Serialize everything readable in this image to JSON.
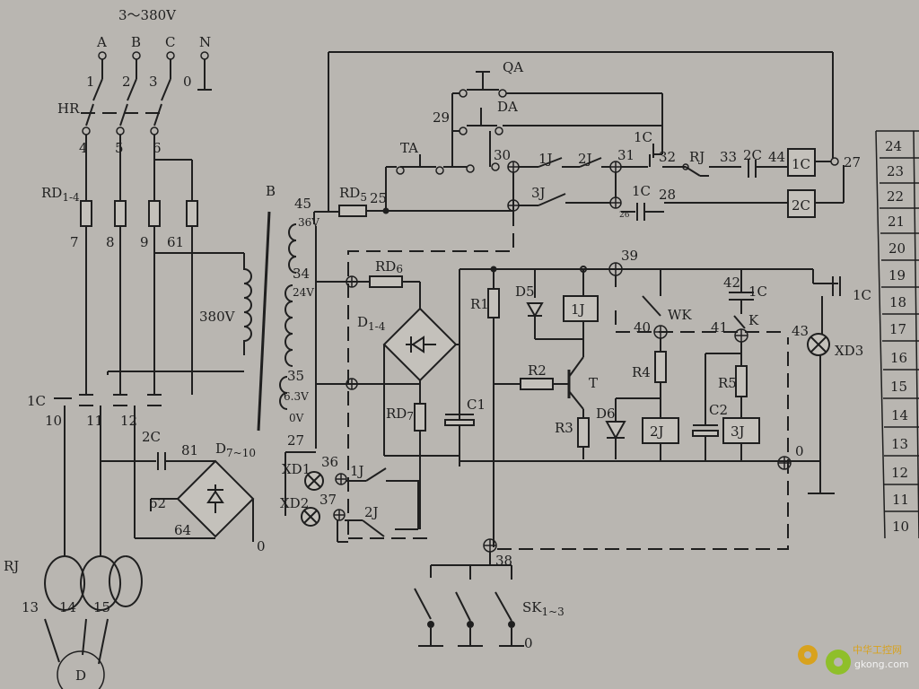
{
  "diagram": {
    "supply": "3～380V",
    "phases": [
      "A",
      "B",
      "C",
      "N"
    ],
    "phase_numbers": [
      "1",
      "2",
      "3",
      "0"
    ],
    "switch_hr": "HR",
    "wires_top": [
      "4",
      "5",
      "6"
    ],
    "fuse_label": "RD1-4",
    "fuse_numbers": [
      "7",
      "8",
      "9",
      "61"
    ],
    "coil_380": "380V",
    "contactor_1c": "1C",
    "wires_1c": [
      "10",
      "11",
      "12"
    ],
    "contactor_2c": "2C",
    "wire_81": "81",
    "diodes_d7": "D7~10",
    "wire_62": "62",
    "wire_64": "64",
    "zero": "0",
    "rj": "RJ",
    "motor_wires": [
      "13",
      "14",
      "15"
    ],
    "motor": "D",
    "transformer": "B",
    "taps": [
      "45",
      "34",
      "35",
      "27"
    ],
    "tap_voltages": [
      "36V",
      "24V",
      "6.3V",
      "0V"
    ],
    "rd5": "RD5",
    "wire_25": "25",
    "rd6": "RD6",
    "bridge": "D1-4",
    "rd7": "RD7",
    "c1": "C1",
    "r1": "R1",
    "d5": "D5",
    "relay_1j": "1J",
    "r2": "R2",
    "transistor": "T",
    "r3": "R3",
    "d6": "D6",
    "relay_2j": "2J",
    "wire_39": "39",
    "wk": "WK",
    "wire_40": "40",
    "r4": "R4",
    "wire_41": "41",
    "k": "K",
    "wire_42": "42",
    "r5": "R5",
    "c2": "C2",
    "relay_3j": "3J",
    "lamp_xd3": "XD3",
    "wire_43": "43",
    "lamp_xd1": "XD1",
    "lamp_xd2": "XD2",
    "wire_36": "36",
    "wire_37": "37",
    "sk": "SK1~3",
    "wire_38": "38",
    "qa": "QA",
    "da": "DA",
    "ta": "TA",
    "wire_29": "29",
    "wire_30": "30",
    "wire_31": "31",
    "wire_32": "32",
    "rj_contact": "RJ",
    "wire_33": "33",
    "wire_44": "44",
    "coil_1c": "1C",
    "coil_2c": "2C",
    "wire_27": "27",
    "wire_28": "28",
    "wire_26": "26",
    "relay_3j_contact": "3J",
    "table_rows": [
      "24",
      "23",
      "22",
      "21",
      "20",
      "19",
      "18",
      "17",
      "16",
      "15",
      "14",
      "13",
      "12",
      "11",
      "10"
    ],
    "watermark_cn": "中华工控网",
    "watermark_url": "gkong.com"
  },
  "colors": {
    "paper": "#b9b6b1",
    "ink": "#1f1f1f",
    "watermark": "#d8a21e"
  }
}
